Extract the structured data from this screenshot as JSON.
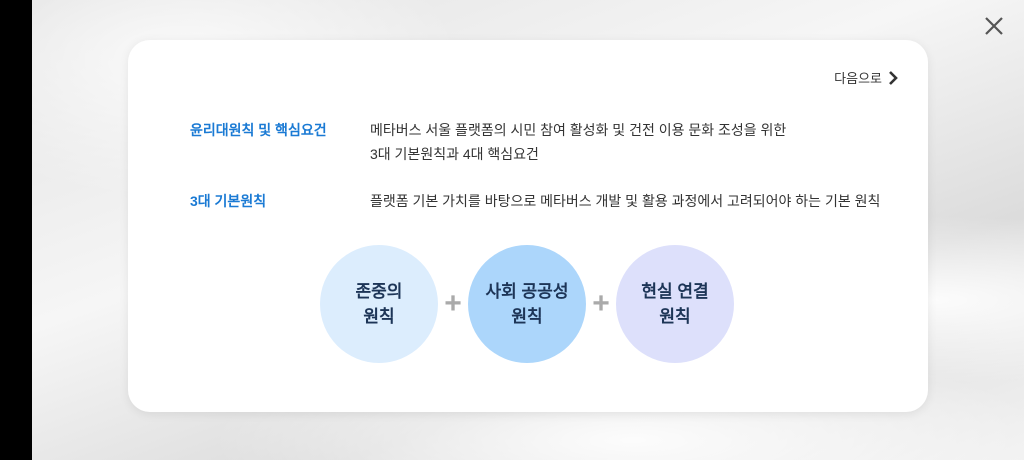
{
  "next_label": "다음으로",
  "rows": [
    {
      "key": "윤리대원칙 및 핵심요건",
      "lines": [
        "메타버스 서울 플랫폼의 시민 참여 활성화 및 건전 이용 문화 조성을 위한",
        "3대 기본원칙과 4대 핵심요건"
      ]
    },
    {
      "key": "3대 기본원칙",
      "lines": [
        "플랫폼 기본 가치를 바탕으로 메타버스 개발 및 활용 과정에서 고려되어야 하는 기본 원칙"
      ]
    }
  ],
  "principles": [
    {
      "line1": "존중의",
      "line2": "원칙",
      "color": "#dcedfd"
    },
    {
      "line1": "사회 공공성",
      "line2": "원칙",
      "color": "#acd6fb"
    },
    {
      "line1": "현실 연결",
      "line2": "원칙",
      "color": "#dde0fb"
    }
  ],
  "plus": "+",
  "colors": {
    "accent": "#1a7ad4"
  }
}
